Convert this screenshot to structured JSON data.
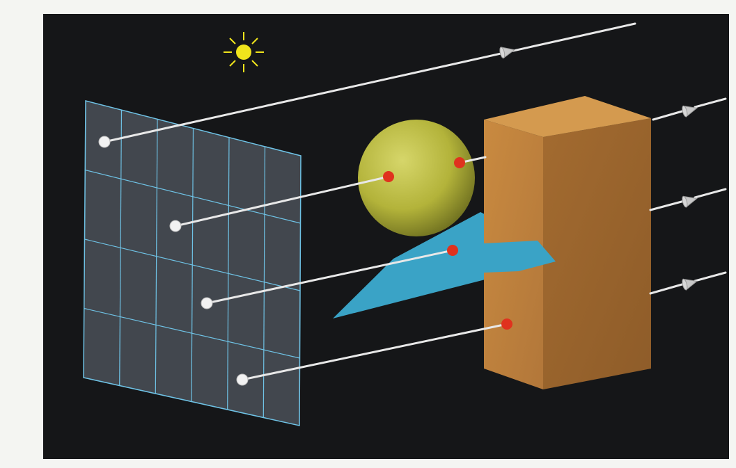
{
  "figure": {
    "kind": "ray tracing illustration",
    "background_color": "#151618",
    "light_source": {
      "icon": "sun-icon",
      "color": "#f0e41c"
    },
    "image_plane": {
      "grid_columns": 6,
      "grid_rows": 4,
      "line_color": "#6fc3e6",
      "fill_color": "#4a5058"
    },
    "objects": [
      {
        "name": "sphere",
        "color": "#b9ba3a"
      },
      {
        "name": "triangle",
        "color": "#3aa3c6"
      },
      {
        "name": "box",
        "color": "#b77b3a"
      }
    ],
    "rays": [
      {
        "pixel": "row-1",
        "hit": "none"
      },
      {
        "pixel": "row-2",
        "hit": "sphere"
      },
      {
        "pixel": "row-3",
        "hit": "triangle"
      },
      {
        "pixel": "row-4",
        "hit": "box"
      }
    ],
    "eye_icons": [
      "eye-icon",
      "eye-icon",
      "eye-icon",
      "eye-icon"
    ],
    "pixel_point_color": "#f2f2f2",
    "hit_point_color": "#e0321e",
    "ray_color": "#e8e8e8"
  }
}
